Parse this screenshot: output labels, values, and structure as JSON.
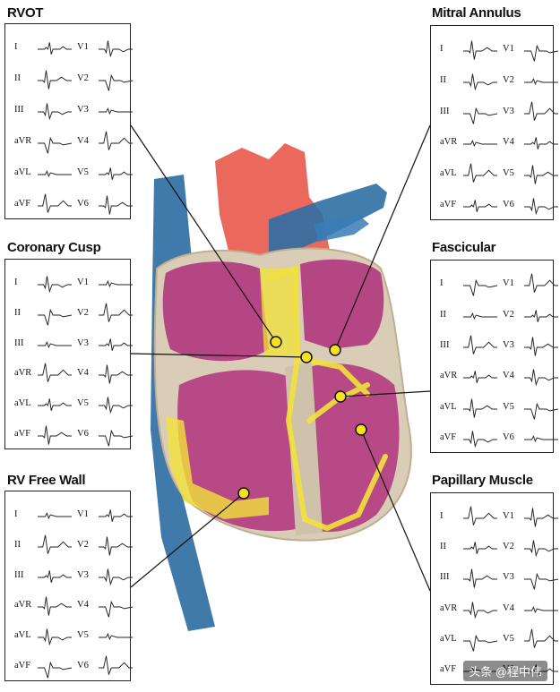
{
  "panels": [
    {
      "id": "rvot",
      "title": "RVOT"
    },
    {
      "id": "mitral",
      "title": "Mitral Annulus"
    },
    {
      "id": "cusp",
      "title": "Coronary Cusp"
    },
    {
      "id": "fascicular",
      "title": "Fascicular"
    },
    {
      "id": "rvfree",
      "title": "RV Free Wall"
    },
    {
      "id": "papillary",
      "title": "Papillary Muscle"
    }
  ],
  "leads_left": [
    "I",
    "II",
    "III",
    "aVR",
    "aVL",
    "aVF"
  ],
  "leads_right": [
    "V1",
    "V2",
    "V3",
    "V4",
    "V5",
    "V6"
  ],
  "watermark": "头条 @程中伟",
  "colors": {
    "ink": "#222222",
    "myocardium": "#b0377e",
    "conduction": "#f2e23a",
    "vessel_blue": "#2f6fa3",
    "aorta_red": "#e8584a",
    "marker": "#f5e11c"
  }
}
